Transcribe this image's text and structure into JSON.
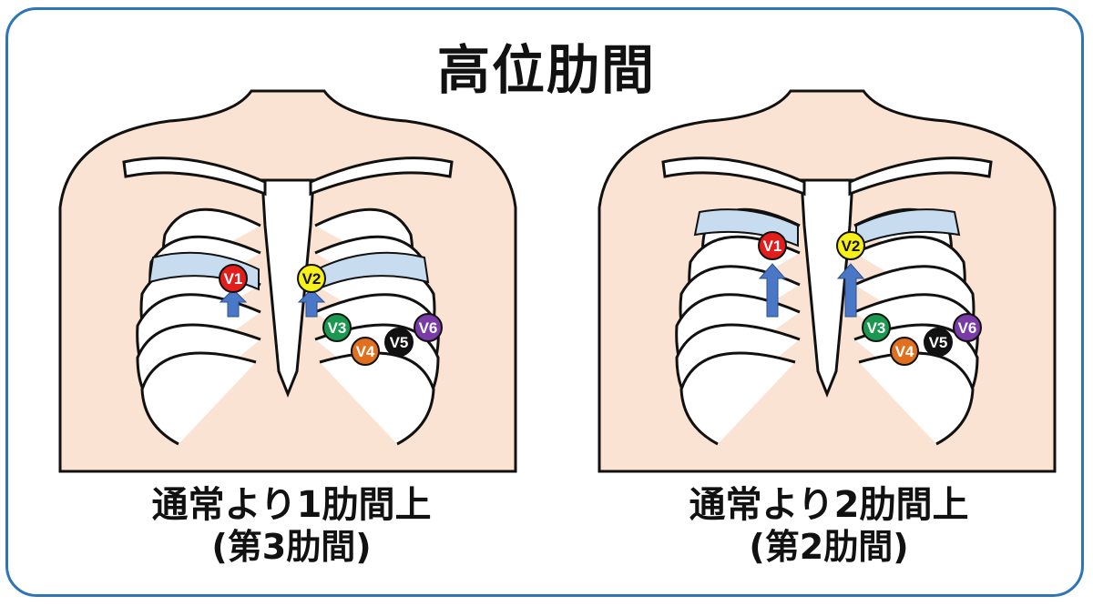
{
  "title": "高位肋間",
  "colors": {
    "frame": "#2e75b6",
    "skin": "#fae3d3",
    "bone": "#ffffff",
    "outline": "#111111",
    "highlight_band": "#c8dcef",
    "arrow": "#4a78c7"
  },
  "panels": [
    {
      "caption_line1": "通常より1肋間上",
      "caption_line2": "(第3肋間)",
      "leads": [
        {
          "label": "V1",
          "color": "#e31c1c",
          "text_color": "#ffffff"
        },
        {
          "label": "V2",
          "color": "#f7ef1a",
          "text_color": "#111111"
        },
        {
          "label": "V3",
          "color": "#1a9850",
          "text_color": "#ffffff"
        },
        {
          "label": "V4",
          "color": "#e07020",
          "text_color": "#ffffff"
        },
        {
          "label": "V5",
          "color": "#111111",
          "text_color": "#ffffff"
        },
        {
          "label": "V6",
          "color": "#7a3aa8",
          "text_color": "#ffffff"
        }
      ]
    },
    {
      "caption_line1": "通常より2肋間上",
      "caption_line2": "(第2肋間)",
      "leads": [
        {
          "label": "V1",
          "color": "#e31c1c",
          "text_color": "#ffffff"
        },
        {
          "label": "V2",
          "color": "#f7ef1a",
          "text_color": "#111111"
        },
        {
          "label": "V3",
          "color": "#1a9850",
          "text_color": "#ffffff"
        },
        {
          "label": "V4",
          "color": "#e07020",
          "text_color": "#ffffff"
        },
        {
          "label": "V5",
          "color": "#111111",
          "text_color": "#ffffff"
        },
        {
          "label": "V6",
          "color": "#7a3aa8",
          "text_color": "#ffffff"
        }
      ]
    }
  ]
}
